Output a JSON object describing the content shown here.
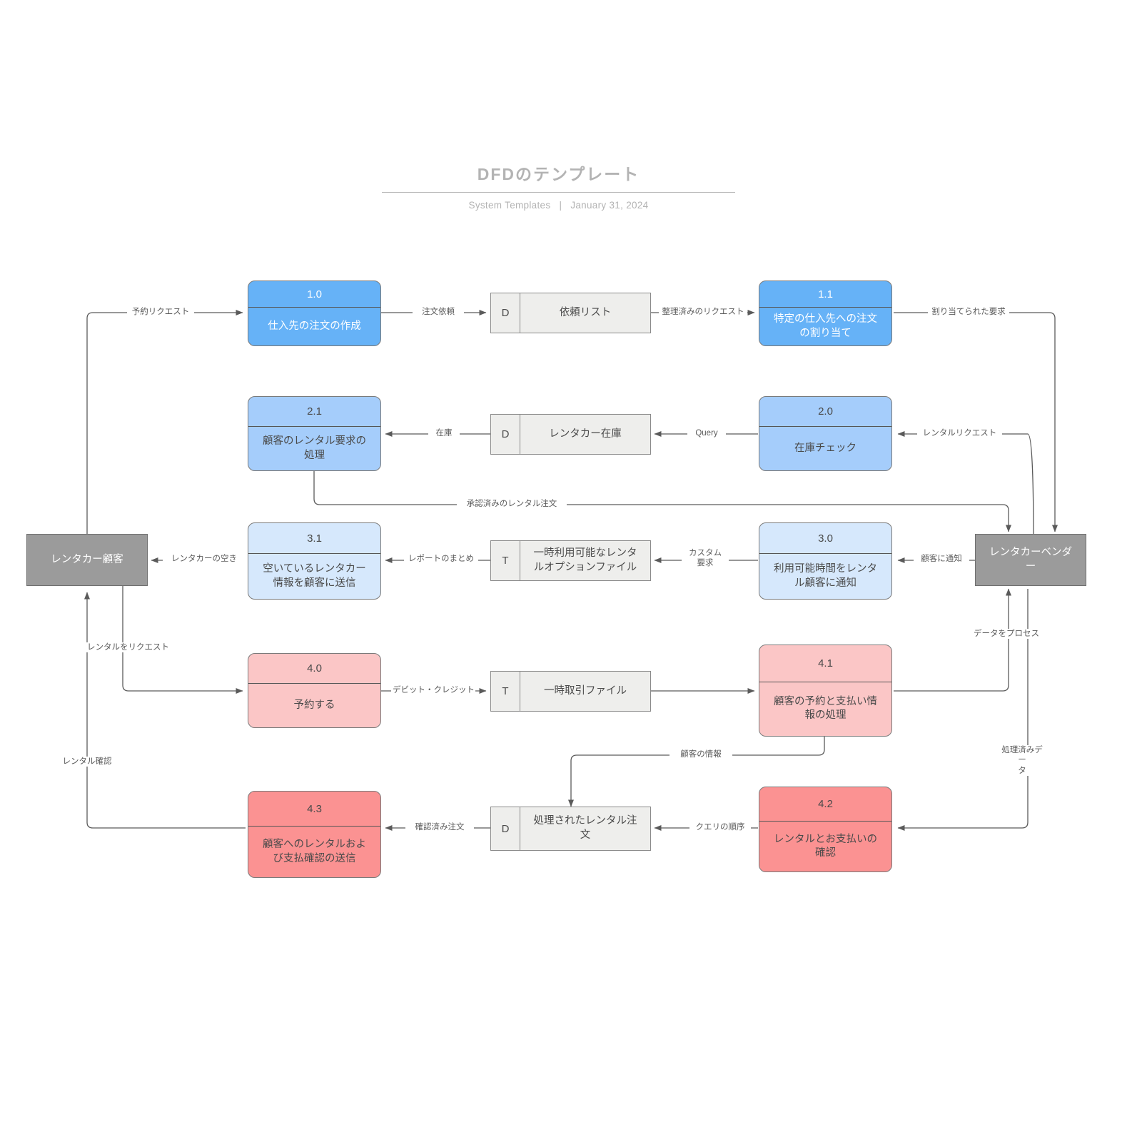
{
  "header": {
    "title": "DFDのテンプレート",
    "subtitle_left": "System Templates",
    "subtitle_sep": "|",
    "subtitle_right": "January 31, 2024"
  },
  "palette": {
    "blue_dark": "#66b2f7",
    "blue_mid": "#a5cdfb",
    "blue_light": "#d6e8fc",
    "pink_light": "#fbc6c6",
    "pink_dark": "#fb9292",
    "entity_gray": "#9b9b9b",
    "store_gray": "#eeeeec",
    "line": "#5a5a5a",
    "title_gray": "#b3b3b3"
  },
  "diagram": {
    "type": "data-flow-diagram",
    "processes": [
      {
        "id": "1.0",
        "name": "仕入先の注文の作成",
        "style": "blue-dark"
      },
      {
        "id": "1.1",
        "name": "特定の仕入先への注文\nの割り当て",
        "style": "blue-dark"
      },
      {
        "id": "2.1",
        "name": "顧客のレンタル要求の\n処理",
        "style": "blue-mid"
      },
      {
        "id": "2.0",
        "name": "在庫チェック",
        "style": "blue-mid"
      },
      {
        "id": "3.1",
        "name": "空いているレンタカー\n情報を顧客に送信",
        "style": "blue-light"
      },
      {
        "id": "3.0",
        "name": "利用可能時間をレンタ\nル顧客に通知",
        "style": "blue-light"
      },
      {
        "id": "4.0",
        "name": "予約する",
        "style": "pink-light"
      },
      {
        "id": "4.1",
        "name": "顧客の予約と支払い情\n報の処理",
        "style": "pink-light"
      },
      {
        "id": "4.3",
        "name": "顧客へのレンタルおよ\nび支払確認の送信",
        "style": "pink-dark"
      },
      {
        "id": "4.2",
        "name": "レンタルとお支払いの\n確認",
        "style": "pink-dark"
      }
    ],
    "data_stores": [
      {
        "key": "D",
        "name": "依頼リスト"
      },
      {
        "key": "D",
        "name": "レンタカー在庫"
      },
      {
        "key": "T",
        "name": "一時利用可能なレンタ\nルオプションファイル"
      },
      {
        "key": "T",
        "name": "一時取引ファイル"
      },
      {
        "key": "D",
        "name": "処理されたレンタル注\n文"
      }
    ],
    "entities": [
      {
        "name": "レンタカー顧客"
      },
      {
        "name": "レンタカーベンダ\nー"
      }
    ],
    "flows": [
      {
        "label": "予約リクエスト",
        "from": "レンタカー顧客",
        "to": "1.0"
      },
      {
        "label": "注文依頼",
        "from": "1.0",
        "to": "依頼リスト"
      },
      {
        "label": "整理済みのリクエスト",
        "from": "依頼リスト",
        "to": "1.1"
      },
      {
        "label": "割り当てられた要求",
        "from": "1.1",
        "to": "レンタカーベンダー"
      },
      {
        "label": "在庫",
        "from": "レンタカー在庫",
        "to": "2.1"
      },
      {
        "label": "Query",
        "from": "2.0",
        "to": "レンタカー在庫"
      },
      {
        "label": "レンタルリクエスト",
        "from": "レンタカーベンダー",
        "to": "2.0"
      },
      {
        "label": "承認済みのレンタル注文",
        "from": "2.1",
        "to": "レンタカーベンダー"
      },
      {
        "label": "レンタカーの空き",
        "from": "3.1",
        "to": "レンタカー顧客"
      },
      {
        "label": "レポートのまとめ",
        "from": "一時利用可能なレンタルオプションファイル",
        "to": "3.1"
      },
      {
        "label": "カスタム\n要求",
        "from": "3.0",
        "to": "一時利用可能なレンタルオプションファイル"
      },
      {
        "label": "顧客に通知",
        "from": "レンタカーベンダー",
        "to": "3.0"
      },
      {
        "label": "レンタルをリクエスト",
        "from": "レンタカー顧客",
        "to": "4.0"
      },
      {
        "label": "デビット・クレジット",
        "from": "4.0",
        "to": "一時取引ファイル"
      },
      {
        "label": "データをプロセス",
        "from": "4.1",
        "to": "レンタカーベンダー"
      },
      {
        "label": "顧客の情報",
        "from": "4.1",
        "to": "処理されたレンタル注文"
      },
      {
        "label": "処理済みデー\nタ",
        "from": "レンタカーベンダー",
        "to": "4.2"
      },
      {
        "label": "クエリの順序",
        "from": "4.2",
        "to": "処理されたレンタル注文"
      },
      {
        "label": "確認済み注文",
        "from": "処理されたレンタル注文",
        "to": "4.3"
      },
      {
        "label": "レンタル確認",
        "from": "4.3",
        "to": "レンタカー顧客"
      }
    ]
  }
}
